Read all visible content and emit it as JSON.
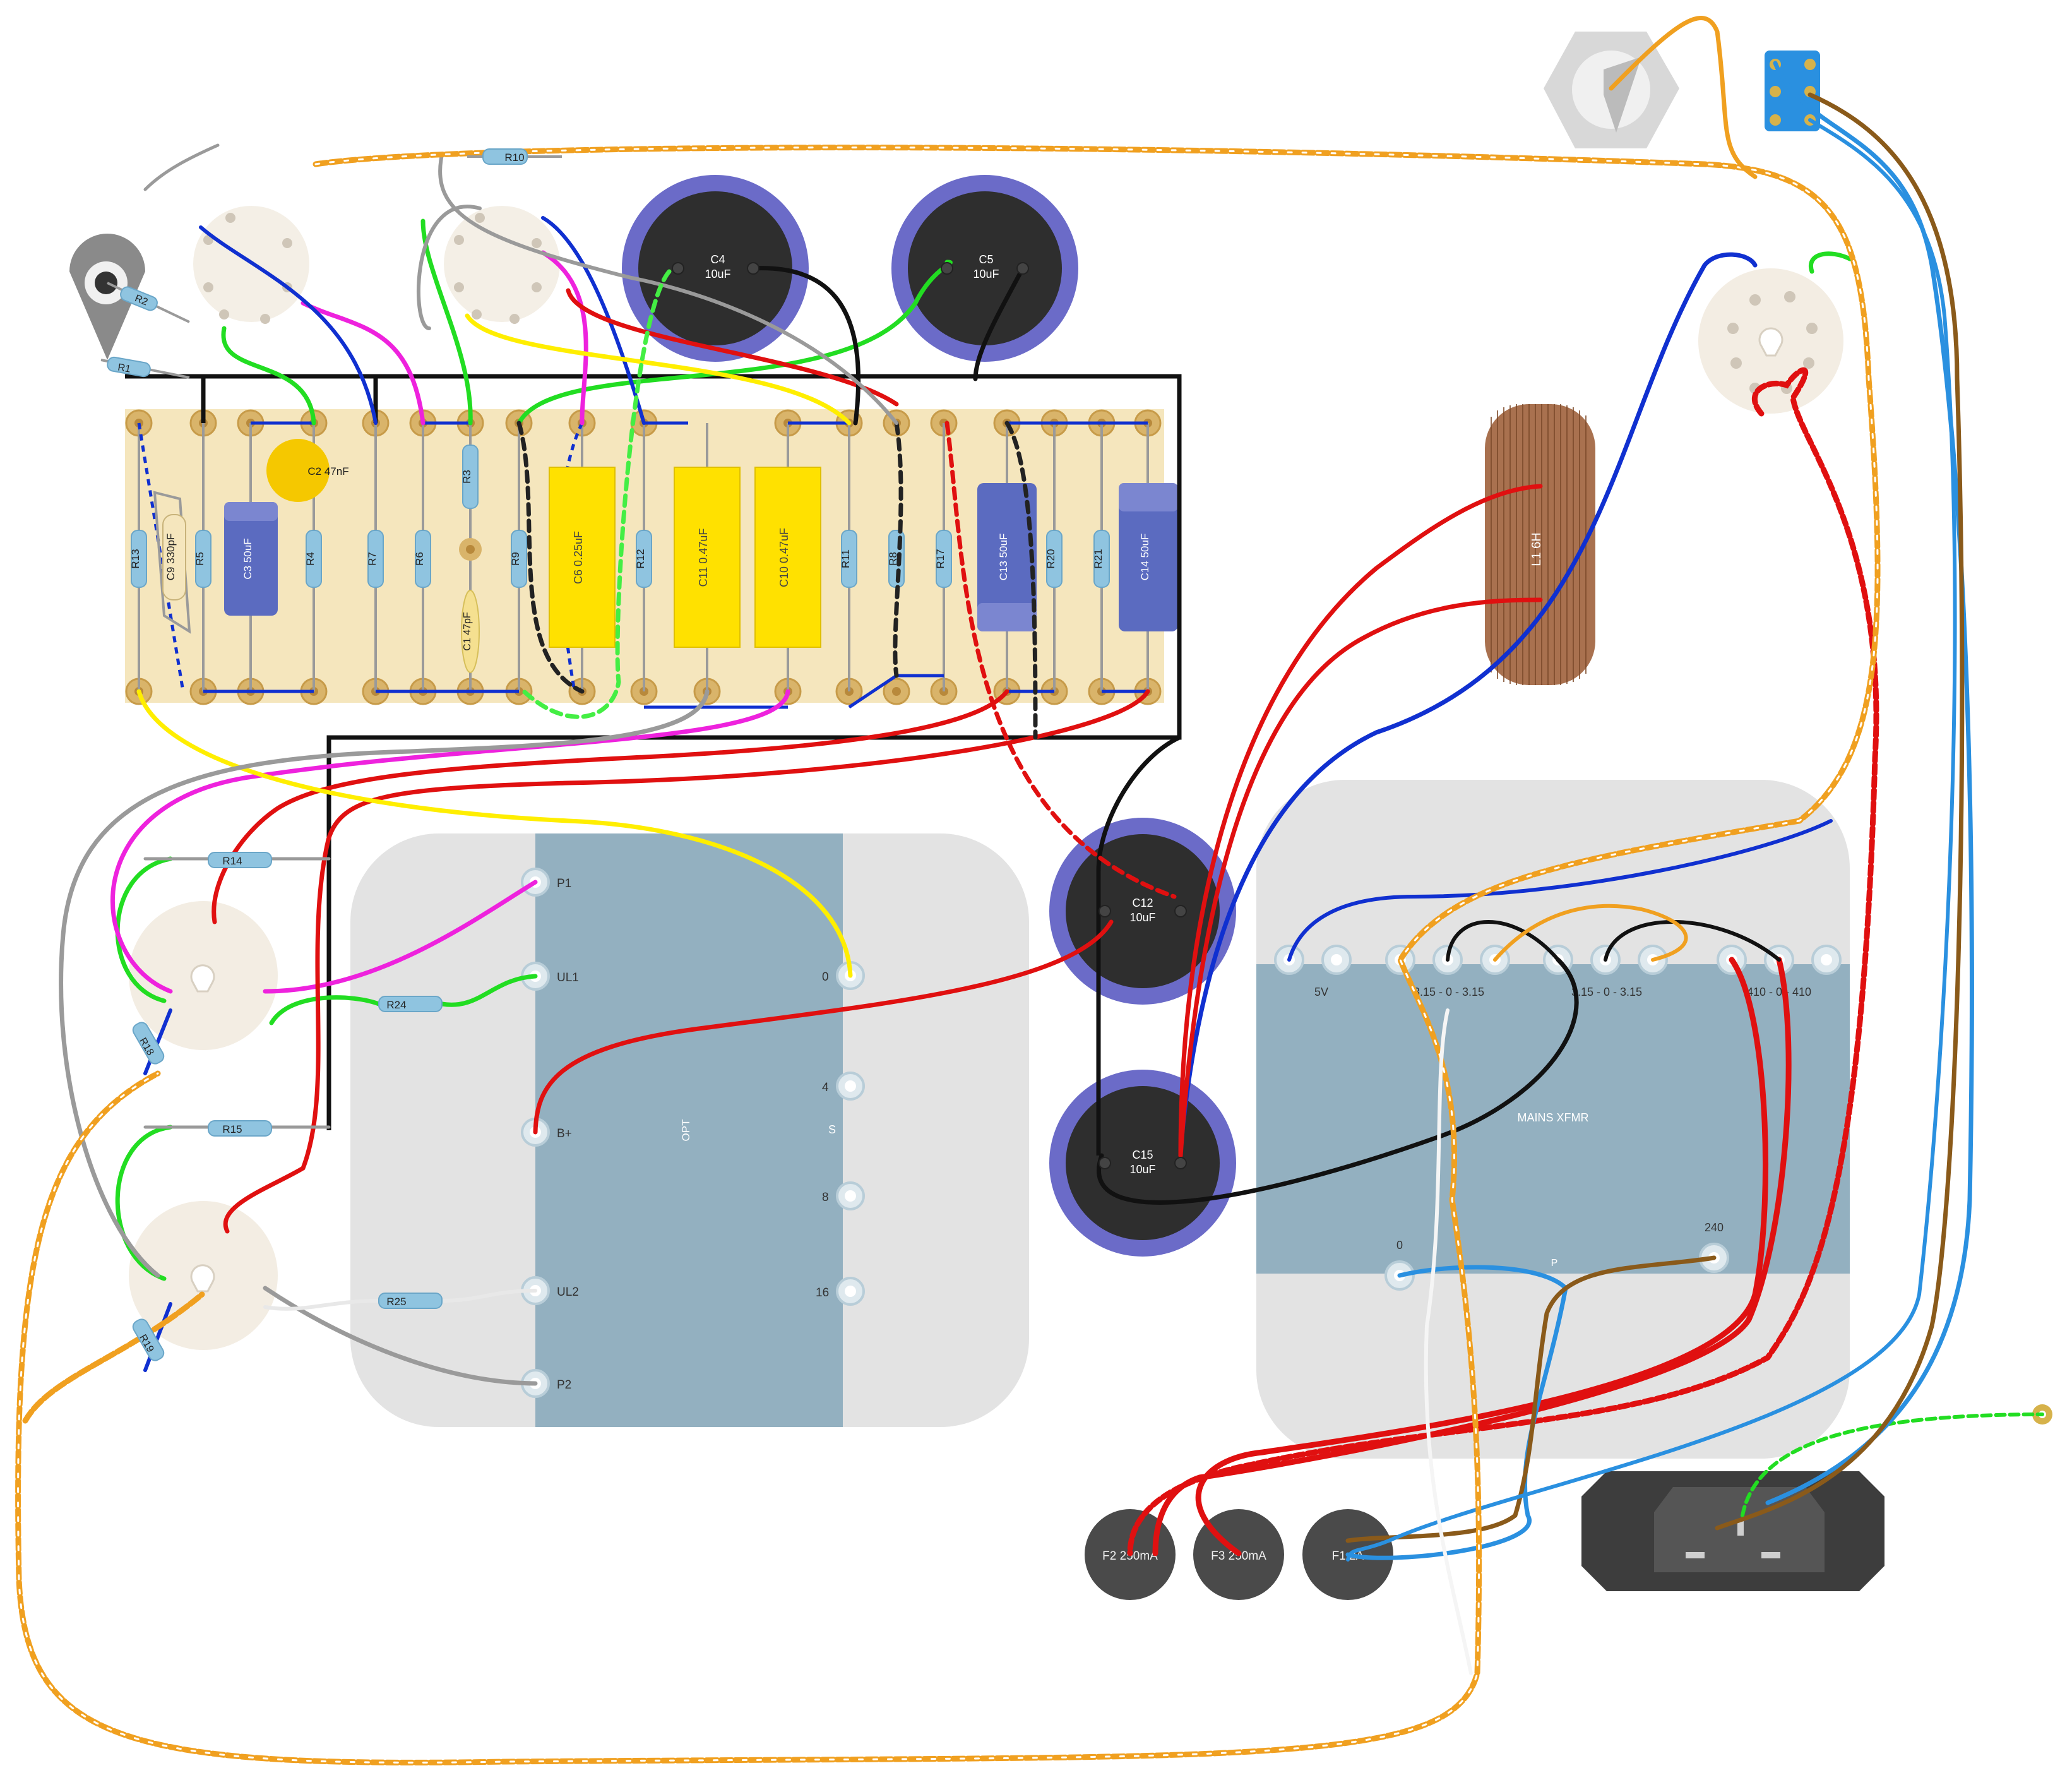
{
  "labels": {
    "r10": "R10",
    "r2": "R2",
    "r1": "R1",
    "r13": "R13",
    "r5": "R5",
    "r4": "R4",
    "r7": "R7",
    "r6": "R6",
    "r3": "R3",
    "r9": "R9",
    "r12": "R12",
    "r11": "R11",
    "r8": "R8",
    "r17": "R17",
    "r20": "R20",
    "r21": "R21",
    "r14": "R14",
    "r15": "R15",
    "r18": "R18",
    "r19": "R19",
    "r24": "R24",
    "r25": "R25",
    "c9": "C9 330pF",
    "c2": "C2 47nF",
    "c3": "C3 50uF",
    "c1": "C1 47pF",
    "c6": "C6 0.25uF",
    "c11": "C11 0.47uF",
    "c10": "C10 0.47uF",
    "c13": "C13 50uF",
    "c14": "C14 50uF",
    "c4_name": "C4",
    "c4_val": "10uF",
    "c5_name": "C5",
    "c5_val": "10uF",
    "c12_name": "C12",
    "c12_val": "10uF",
    "c15_name": "C15",
    "c15_val": "10uF",
    "l1": "L1 6H",
    "opt": "OPT",
    "opt_s": "S",
    "opt_p1": "P1",
    "opt_ul1": "UL1",
    "opt_bplus": "B+",
    "opt_ul2": "UL2",
    "opt_p2": "P2",
    "opt_0": "0",
    "opt_4": "4",
    "opt_8": "8",
    "opt_16": "16",
    "mains": "MAINS XFMR",
    "mains_p": "P",
    "m_5v": "5V",
    "m_315a": "3.15 - 0 - 3.15",
    "m_315b": "3.15 - 0 - 3.15",
    "m_410": "410 - 0 - 410",
    "m_0": "0",
    "m_240": "240",
    "f2": "F2 250mA",
    "f3": "F3 250mA",
    "f1": "F1 2A"
  },
  "colors": {
    "board": "#f5e6bd",
    "eyelet": "#d9b46a",
    "yellow_cap": "#ffe100",
    "electrolytic": "#5b6bc0",
    "can_ring": "#6b6bc8",
    "can_body": "#2e2e2e",
    "xfmr_case": "#e3e3e3",
    "xfmr_core": "#93b0c0",
    "inductor": "#a9714f",
    "red": "#e01010",
    "blue": "#1030d0",
    "green": "#22dd22",
    "magenta": "#ee22dd",
    "yellow": "#ffee00",
    "black": "#111111",
    "grey": "#9a9a9a",
    "orange": "#f0a020",
    "brown": "#8a5a1a",
    "ltblue": "#2a90e0",
    "white": "#ffffff"
  }
}
